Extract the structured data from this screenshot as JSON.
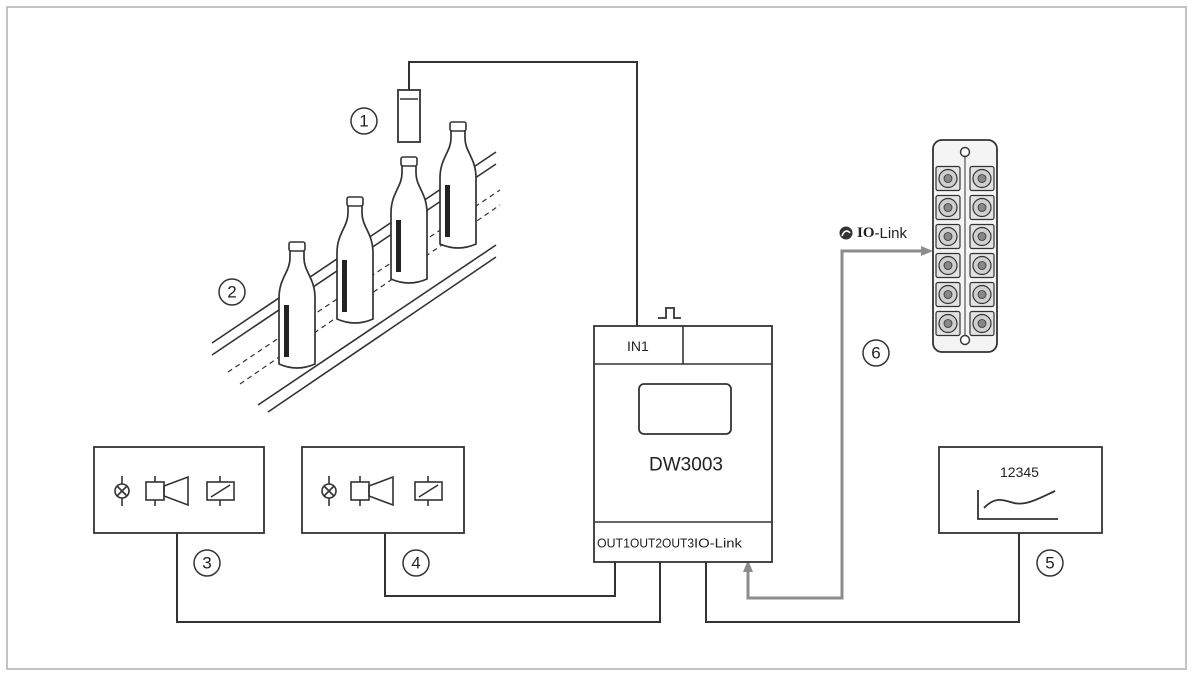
{
  "device": {
    "name": "DW3003",
    "input_label": "IN1",
    "output_labels": [
      "OUT1",
      "OUT2",
      "OUT3",
      "IO-Link"
    ],
    "pulse_symbol": "pulse-icon"
  },
  "iolink": {
    "label_bold": "IO",
    "label_rest": "-Link",
    "logo": "iolink-logo-icon"
  },
  "display": {
    "value": "12345",
    "graph": "trend-curve-icon"
  },
  "callouts": [
    "1",
    "2",
    "3",
    "4",
    "5",
    "6"
  ],
  "actuator_symbols": [
    "lamp-icon",
    "horn-icon",
    "relay-icon"
  ],
  "colors": {
    "line": "#333333",
    "iolink_line": "#8c8c8c",
    "frame": "#b0b0b0"
  }
}
